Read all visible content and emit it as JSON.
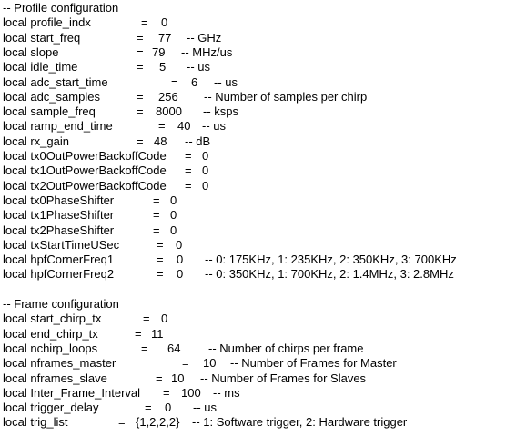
{
  "lines": [
    [
      "-- Profile configuration"
    ],
    [
      "local profile_indx",
      "=",
      "0"
    ],
    [
      "local start_freq",
      "=",
      "77",
      "-- GHz"
    ],
    [
      "local slope",
      "=",
      "79",
      "-- MHz/us"
    ],
    [
      "local idle_time",
      "=",
      "5",
      "-- us"
    ],
    [
      "local adc_start_time",
      "=",
      "6",
      "-- us"
    ],
    [
      "local adc_samples",
      "=",
      "256",
      "-- Number of samples per chirp"
    ],
    [
      "local sample_freq",
      "=",
      "8000",
      "-- ksps"
    ],
    [
      "local ramp_end_time",
      "=",
      "40",
      "-- us"
    ],
    [
      "local rx_gain",
      "=",
      "48",
      "-- dB"
    ],
    [
      "local tx0OutPowerBackoffCode",
      "=",
      "0"
    ],
    [
      "local tx1OutPowerBackoffCode",
      "=",
      "0"
    ],
    [
      "local tx2OutPowerBackoffCode",
      "=",
      "0"
    ],
    [
      "local tx0PhaseShifter",
      "=",
      "0"
    ],
    [
      "local tx1PhaseShifter",
      "=",
      "0"
    ],
    [
      "local tx2PhaseShifter",
      "=",
      "0"
    ],
    [
      "local txStartTimeUSec",
      "=",
      "0"
    ],
    [
      "local hpfCornerFreq1",
      "=",
      "0",
      "-- 0: 175KHz, 1: 235KHz, 2: 350KHz, 3: 700KHz"
    ],
    [
      "local hpfCornerFreq2",
      "=",
      "0",
      "-- 0: 350KHz, 1: 700KHz, 2: 1.4MHz, 3: 2.8MHz"
    ],
    [],
    [
      "-- Frame configuration"
    ],
    [
      "local start_chirp_tx",
      "=",
      "0"
    ],
    [
      "local end_chirp_tx",
      "=",
      "11"
    ],
    [
      "local nchirp_loops",
      "=",
      "64",
      "-- Number of chirps per frame"
    ],
    [
      "local nframes_master",
      "=",
      "10",
      "-- Number of Frames for Master"
    ],
    [
      "local nframes_slave",
      "=",
      "10",
      "-- Number of Frames for Slaves"
    ],
    [
      "local Inter_Frame_Interval",
      "=",
      "100",
      "-- ms"
    ],
    [
      "local trigger_delay",
      "=",
      "0",
      "-- us"
    ],
    [
      "local trig_list",
      "=",
      "{1,2,2,2}",
      "-- 1: Software trigger, 2: Hardware trigger"
    ]
  ]
}
